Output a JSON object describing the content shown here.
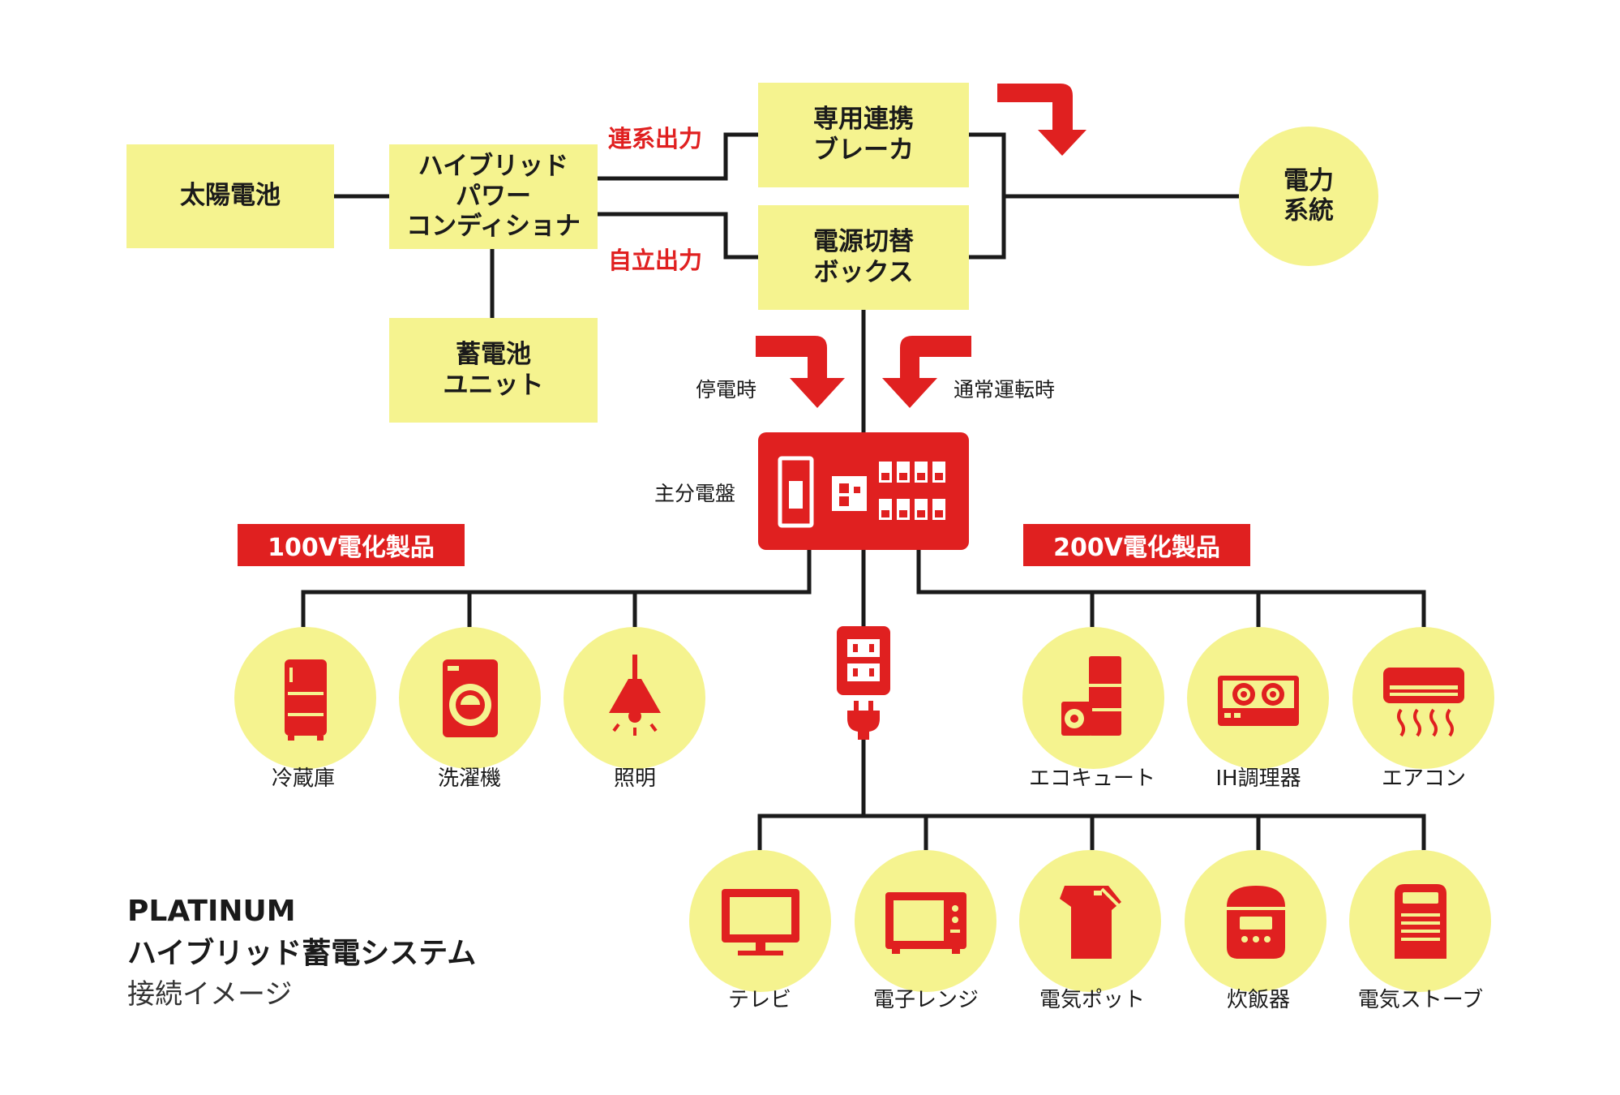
{
  "nodes": {
    "solar": "太陽電池",
    "pcs": "ハイブリッド\nパワー\nコンディショナ",
    "battery": "蓄電池\nユニット",
    "breaker": "専用連携\nブレーカ",
    "switchbox": "電源切替\nボックス",
    "grid": "電力\n系統"
  },
  "edge_labels": {
    "grid_output": "連系出力",
    "independent_output": "自立出力",
    "outage": "停電時",
    "normal": "通常運転時",
    "main_panel": "主分電盤"
  },
  "groups": {
    "v100": "100V電化製品",
    "v200": "200V電化製品"
  },
  "appliances_100v": [
    "冷蔵庫",
    "洗濯機",
    "照明"
  ],
  "appliances_200v": [
    "エコキュート",
    "IH調理器",
    "エアコン"
  ],
  "appliances_outlet": [
    "テレビ",
    "電子レンジ",
    "電気ポット",
    "炊飯器",
    "電気ストーブ"
  ],
  "title": {
    "line1": "PLATINUM",
    "line2": "ハイブリッド蓄電システム",
    "line3": "接続イメージ"
  },
  "colors": {
    "box_fill": "#f5f38f",
    "accent_red": "#e02020",
    "line": "#1a1a1a"
  }
}
